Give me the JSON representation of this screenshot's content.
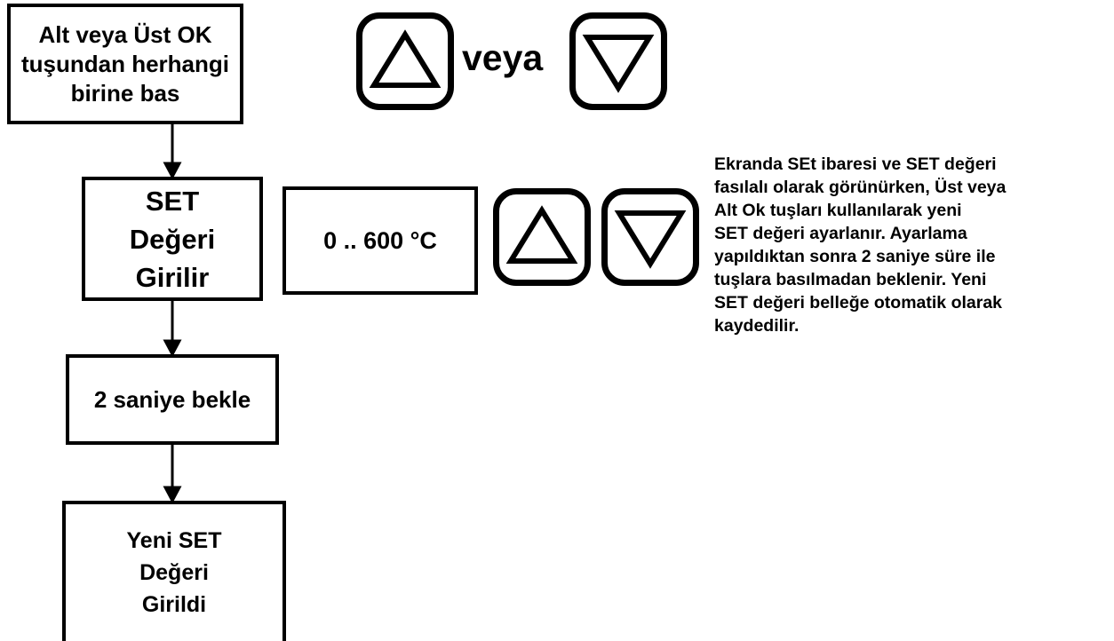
{
  "steps": {
    "press_key": {
      "lines": [
        "Alt veya Üst OK",
        "tuşundan herhangi",
        "birine bas"
      ]
    },
    "enter_set": {
      "lines": [
        "SET",
        "Değeri",
        "Girilir"
      ]
    },
    "wait": {
      "text": "2 saniye bekle"
    },
    "set_entered": {
      "lines": [
        "Yeni SET",
        "Değeri",
        "Girildi"
      ]
    }
  },
  "keys_row": {
    "or_label": "veya",
    "icons": [
      "up-arrow-key",
      "down-arrow-key"
    ]
  },
  "range": {
    "text": "0 .. 600 °C"
  },
  "description": {
    "lines": [
      "Ekranda SEt ibaresi ve SET değeri",
      "fasılalı olarak görünürken, Üst veya",
      "Alt Ok tuşları kullanılarak yeni",
      "SET değeri ayarlanır. Ayarlama",
      "yapıldıktan sonra 2 saniye süre ile",
      "tuşlara basılmadan beklenir. Yeni",
      "SET değeri belleğe otomatik olarak",
      "kaydedilir."
    ]
  }
}
